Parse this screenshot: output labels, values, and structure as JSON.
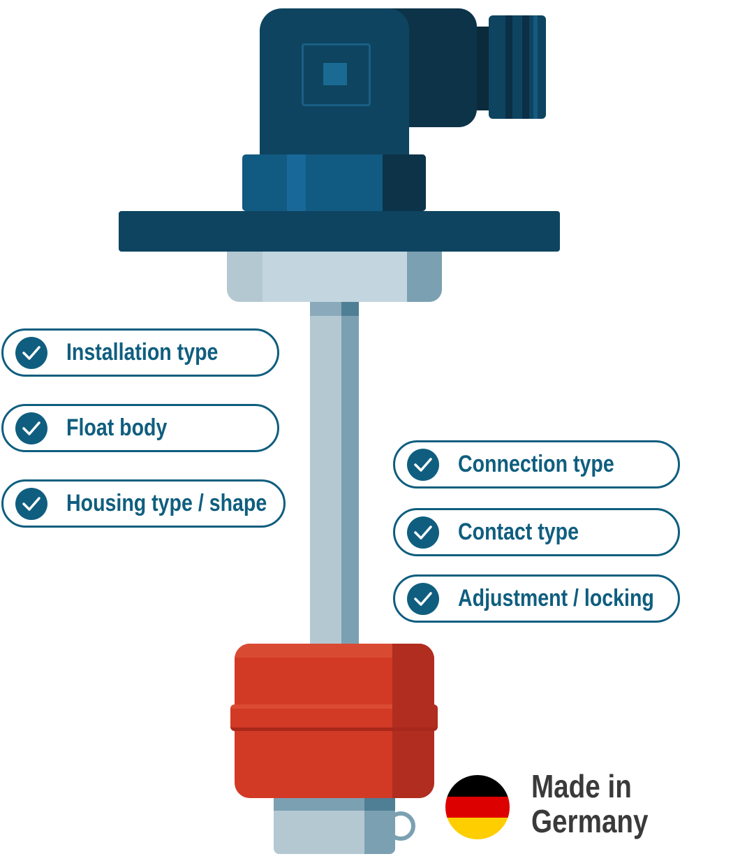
{
  "features_left": [
    {
      "label": "Installation type",
      "icon": "check-circle-icon"
    },
    {
      "label": "Float body",
      "icon": "check-circle-icon"
    },
    {
      "label": "Housing type / shape",
      "icon": "check-circle-icon"
    }
  ],
  "features_right": [
    {
      "label": "Connection type",
      "icon": "check-circle-icon"
    },
    {
      "label": "Contact type",
      "icon": "check-circle-icon"
    },
    {
      "label": "Adjustment / locking",
      "icon": "check-circle-icon"
    }
  ],
  "badge": {
    "line1": "Made in",
    "line2": "Germany",
    "icon": "german-flag-icon"
  },
  "colors": {
    "accent": "#0f5e7f",
    "float": "#d23a25",
    "housing": "#0e4460",
    "text_dark": "#3a3a3a"
  }
}
